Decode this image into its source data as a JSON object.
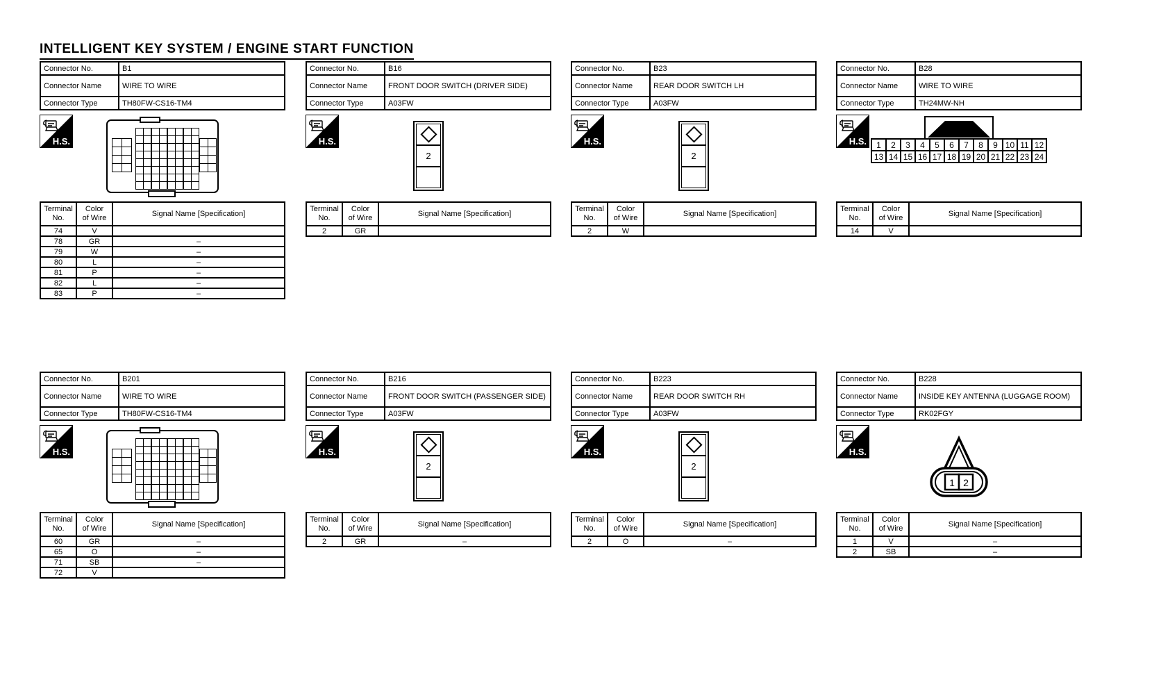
{
  "title": "INTELLIGENT KEY SYSTEM / ENGINE START FUNCTION",
  "labels": {
    "connector_no": "Connector No.",
    "connector_name": "Connector Name",
    "connector_type": "Connector Type",
    "terminal_no": "Terminal\nNo.",
    "color_of_wire": "Color\nof Wire",
    "signal_name": "Signal Name [Specification]",
    "hs": "H.S."
  },
  "connectors": [
    {
      "no": "B1",
      "name": "WIRE TO WIRE",
      "type": "TH80FW-CS16-TM4",
      "drawing": "80pin",
      "terminals": [
        {
          "no": "74",
          "color": "V",
          "signal": ""
        },
        {
          "no": "78",
          "color": "GR",
          "signal": "–"
        },
        {
          "no": "79",
          "color": "W",
          "signal": "–"
        },
        {
          "no": "80",
          "color": "L",
          "signal": "–"
        },
        {
          "no": "81",
          "color": "P",
          "signal": "–"
        },
        {
          "no": "82",
          "color": "L",
          "signal": "–"
        },
        {
          "no": "83",
          "color": "P",
          "signal": "–"
        }
      ]
    },
    {
      "no": "B16",
      "name": "FRONT DOOR SWITCH (DRIVER SIDE)",
      "type": "A03FW",
      "drawing": "switch",
      "pin_label": "2",
      "terminals": [
        {
          "no": "2",
          "color": "GR",
          "signal": ""
        }
      ]
    },
    {
      "no": "B23",
      "name": "REAR DOOR SWITCH LH",
      "type": "A03FW",
      "drawing": "switch",
      "pin_label": "2",
      "terminals": [
        {
          "no": "2",
          "color": "W",
          "signal": ""
        }
      ]
    },
    {
      "no": "B28",
      "name": "WIRE TO WIRE",
      "type": "TH24MW-NH",
      "drawing": "24pin",
      "pins_row1": [
        "1",
        "2",
        "3",
        "4",
        "5",
        "6",
        "7",
        "8",
        "9",
        "10",
        "11",
        "12"
      ],
      "pins_row2": [
        "13",
        "14",
        "15",
        "16",
        "17",
        "18",
        "19",
        "20",
        "21",
        "22",
        "23",
        "24"
      ],
      "terminals": [
        {
          "no": "14",
          "color": "V",
          "signal": ""
        }
      ]
    },
    {
      "no": "B201",
      "name": "WIRE TO WIRE",
      "type": "TH80FW-CS16-TM4",
      "drawing": "80pin",
      "terminals": [
        {
          "no": "60",
          "color": "GR",
          "signal": "–"
        },
        {
          "no": "65",
          "color": "O",
          "signal": "–"
        },
        {
          "no": "71",
          "color": "SB",
          "signal": "–"
        },
        {
          "no": "72",
          "color": "V",
          "signal": ""
        }
      ]
    },
    {
      "no": "B216",
      "name": "FRONT DOOR SWITCH (PASSENGER SIDE)",
      "type": "A03FW",
      "drawing": "switch",
      "pin_label": "2",
      "terminals": [
        {
          "no": "2",
          "color": "GR",
          "signal": "–"
        }
      ]
    },
    {
      "no": "B223",
      "name": "REAR DOOR SWITCH RH",
      "type": "A03FW",
      "drawing": "switch",
      "pin_label": "2",
      "terminals": [
        {
          "no": "2",
          "color": "O",
          "signal": "–"
        }
      ]
    },
    {
      "no": "B228",
      "name": "INSIDE KEY ANTENNA (LUGGAGE ROOM)",
      "type": "RK02FGY",
      "drawing": "antenna",
      "pins": [
        "1",
        "2"
      ],
      "terminals": [
        {
          "no": "1",
          "color": "V",
          "signal": "–"
        },
        {
          "no": "2",
          "color": "SB",
          "signal": "–"
        }
      ]
    }
  ]
}
